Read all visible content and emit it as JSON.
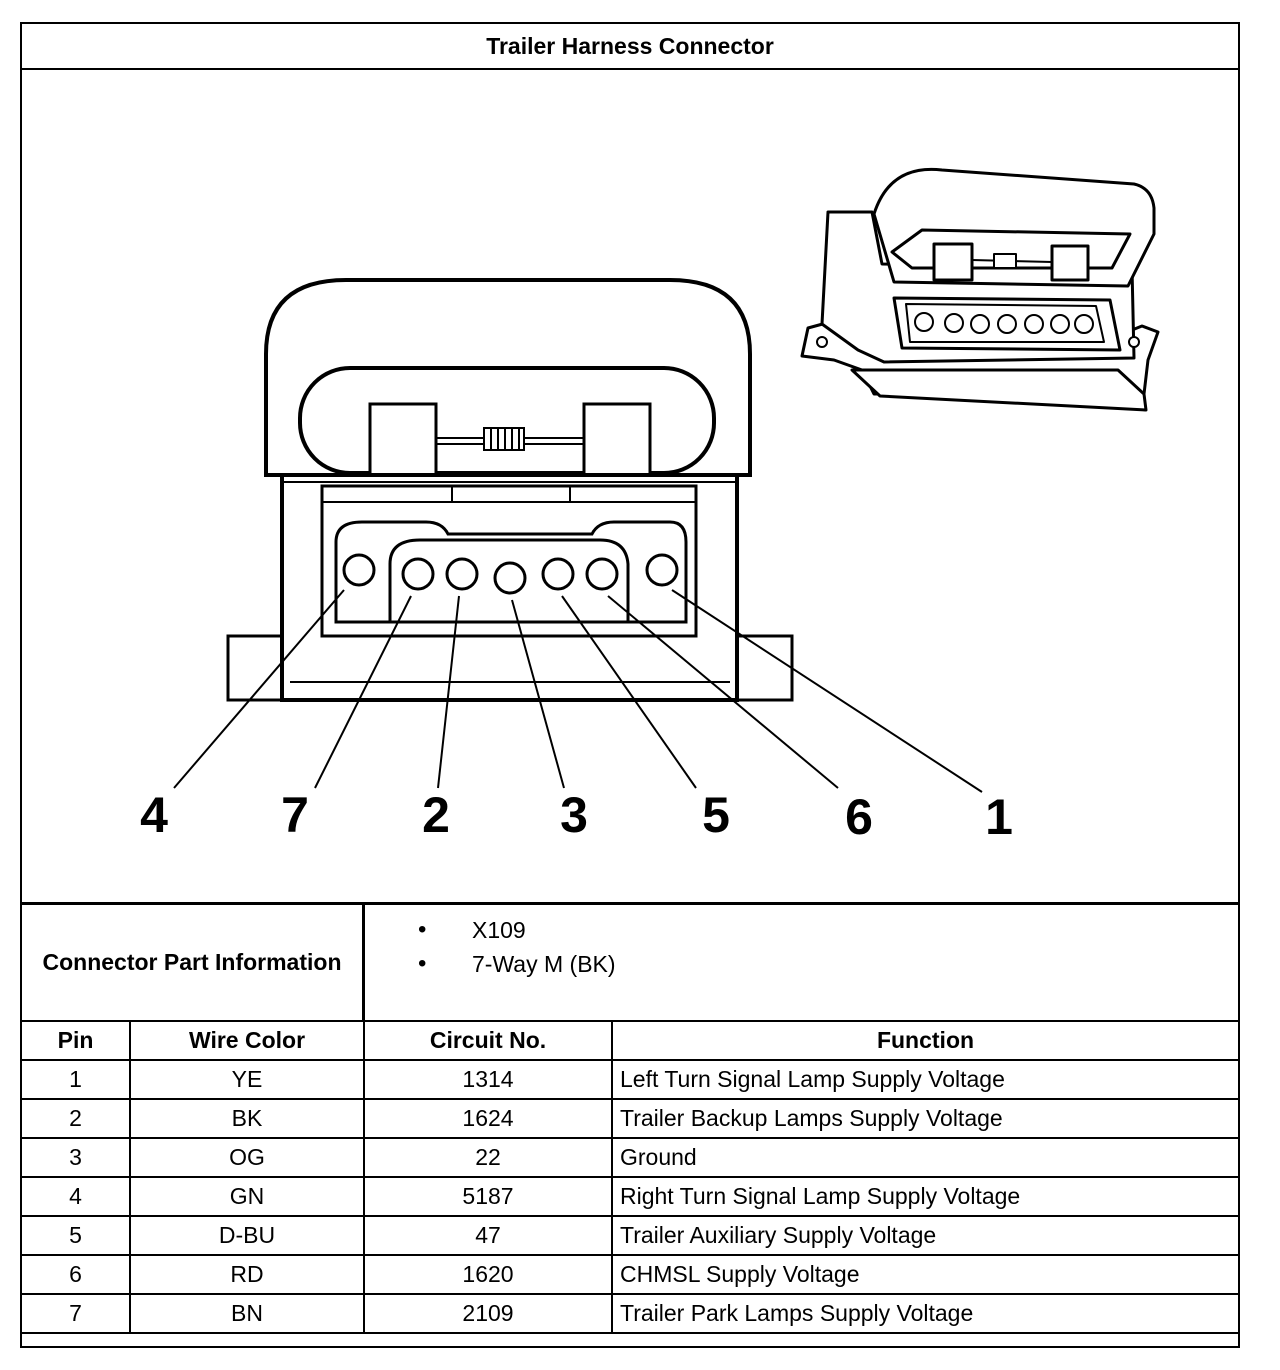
{
  "title": "Trailer Harness Connector",
  "pin_callouts": [
    "4",
    "7",
    "2",
    "3",
    "5",
    "6",
    "1"
  ],
  "part_info": {
    "label": "Connector Part Information",
    "items": [
      "X109",
      "7-Way M (BK)"
    ]
  },
  "table": {
    "headers": [
      "Pin",
      "Wire Color",
      "Circuit No.",
      "Function"
    ],
    "rows": [
      [
        "1",
        "YE",
        "1314",
        "Left Turn Signal Lamp Supply Voltage"
      ],
      [
        "2",
        "BK",
        "1624",
        "Trailer Backup Lamps Supply Voltage"
      ],
      [
        "3",
        "OG",
        "22",
        "Ground"
      ],
      [
        "4",
        "GN",
        "5187",
        "Right Turn Signal Lamp Supply Voltage"
      ],
      [
        "5",
        "D-BU",
        "47",
        "Trailer Auxiliary Supply Voltage"
      ],
      [
        "6",
        "RD",
        "1620",
        "CHMSL Supply Voltage"
      ],
      [
        "7",
        "BN",
        "2109",
        "Trailer Park Lamps Supply Voltage"
      ]
    ]
  }
}
